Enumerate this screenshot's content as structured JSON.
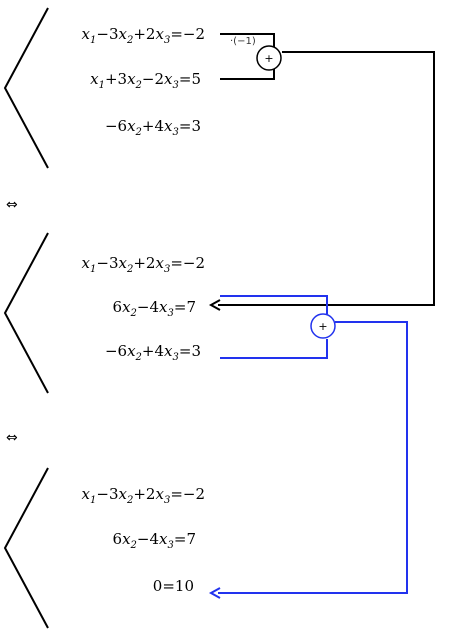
{
  "systems": [
    {
      "equations": [
        {
          "parts": [
            {
              "v": "x",
              "s": "1"
            },
            {
              "t": "−3"
            },
            {
              "v": "x",
              "s": "2"
            },
            {
              "t": "+2"
            },
            {
              "v": "x",
              "s": "3"
            },
            {
              "t": "=−2"
            }
          ]
        },
        {
          "parts": [
            {
              "v": "x",
              "s": "1"
            },
            {
              "t": "+3"
            },
            {
              "v": "x",
              "s": "2"
            },
            {
              "t": "−2"
            },
            {
              "v": "x",
              "s": "3"
            },
            {
              "t": "=5"
            }
          ]
        },
        {
          "parts": [
            {
              "t": "−6"
            },
            {
              "v": "x",
              "s": "2"
            },
            {
              "t": "+4"
            },
            {
              "v": "x",
              "s": "3"
            },
            {
              "t": "=3"
            }
          ]
        }
      ]
    },
    {
      "equations": [
        {
          "parts": [
            {
              "v": "x",
              "s": "1"
            },
            {
              "t": "−3"
            },
            {
              "v": "x",
              "s": "2"
            },
            {
              "t": "+2"
            },
            {
              "v": "x",
              "s": "3"
            },
            {
              "t": "=−2"
            }
          ]
        },
        {
          "parts": [
            {
              "t": "6"
            },
            {
              "v": "x",
              "s": "2"
            },
            {
              "t": "−4"
            },
            {
              "v": "x",
              "s": "3"
            },
            {
              "t": "=7"
            }
          ]
        },
        {
          "parts": [
            {
              "t": "−6"
            },
            {
              "v": "x",
              "s": "2"
            },
            {
              "t": "+4"
            },
            {
              "v": "x",
              "s": "3"
            },
            {
              "t": "=3"
            }
          ]
        }
      ]
    },
    {
      "equations": [
        {
          "parts": [
            {
              "v": "x",
              "s": "1"
            },
            {
              "t": "−3"
            },
            {
              "v": "x",
              "s": "2"
            },
            {
              "t": "+2"
            },
            {
              "v": "x",
              "s": "3"
            },
            {
              "t": "=−2"
            }
          ]
        },
        {
          "parts": [
            {
              "t": "6"
            },
            {
              "v": "x",
              "s": "2"
            },
            {
              "t": "−4"
            },
            {
              "v": "x",
              "s": "3"
            },
            {
              "t": "=7"
            }
          ]
        },
        {
          "parts": [
            {
              "t": "0=10"
            }
          ]
        }
      ]
    }
  ],
  "equivalence_symbol": "⇔",
  "multiplier_label": "·(−1)",
  "plus_symbol": "+",
  "colors": {
    "black": "#000000",
    "blue": "#2233ee"
  }
}
